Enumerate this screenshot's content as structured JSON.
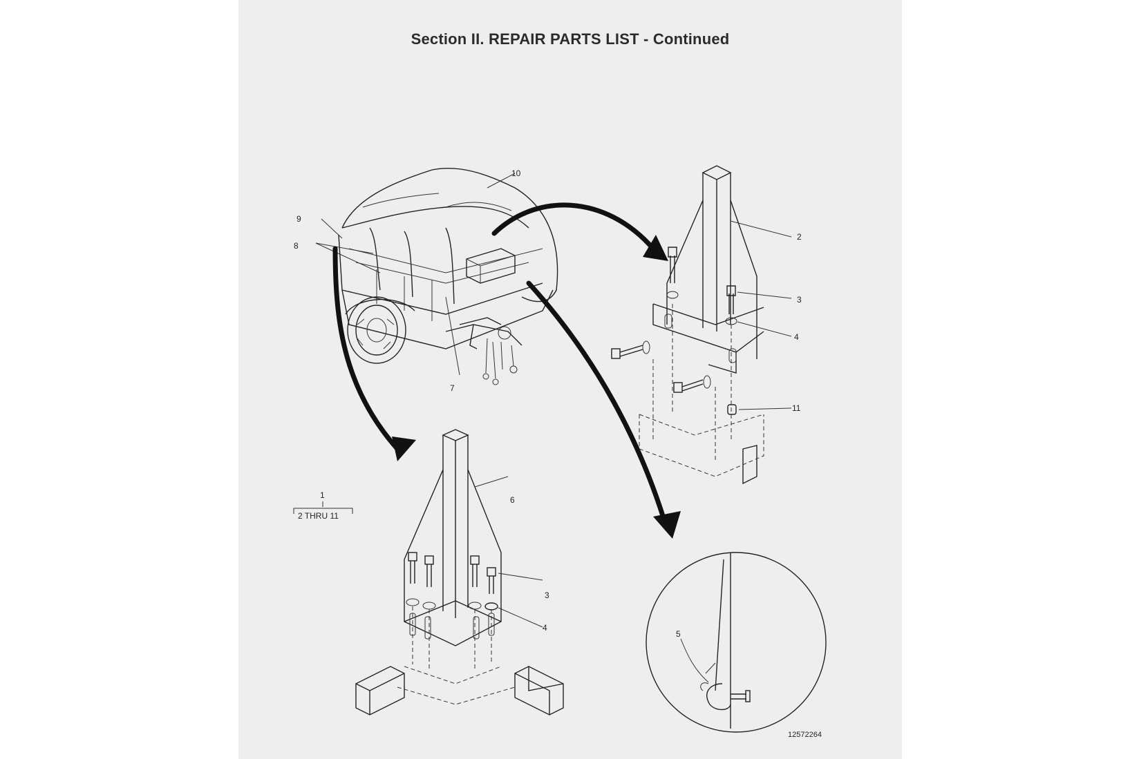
{
  "title": "Section II. REPAIR PARTS LIST - Continued",
  "callouts": {
    "c10": "10",
    "c9": "9",
    "c8": "8",
    "c7": "7",
    "c2": "2",
    "c3a": "3",
    "c4a": "4",
    "c11": "11",
    "c6": "6",
    "c3b": "3",
    "c4b": "4",
    "c5": "5",
    "c1": "1"
  },
  "kit_label": "2  THRU  11",
  "figure_number": "12572264",
  "colors": {
    "paper": "#eeeeee",
    "ink": "#222222"
  }
}
